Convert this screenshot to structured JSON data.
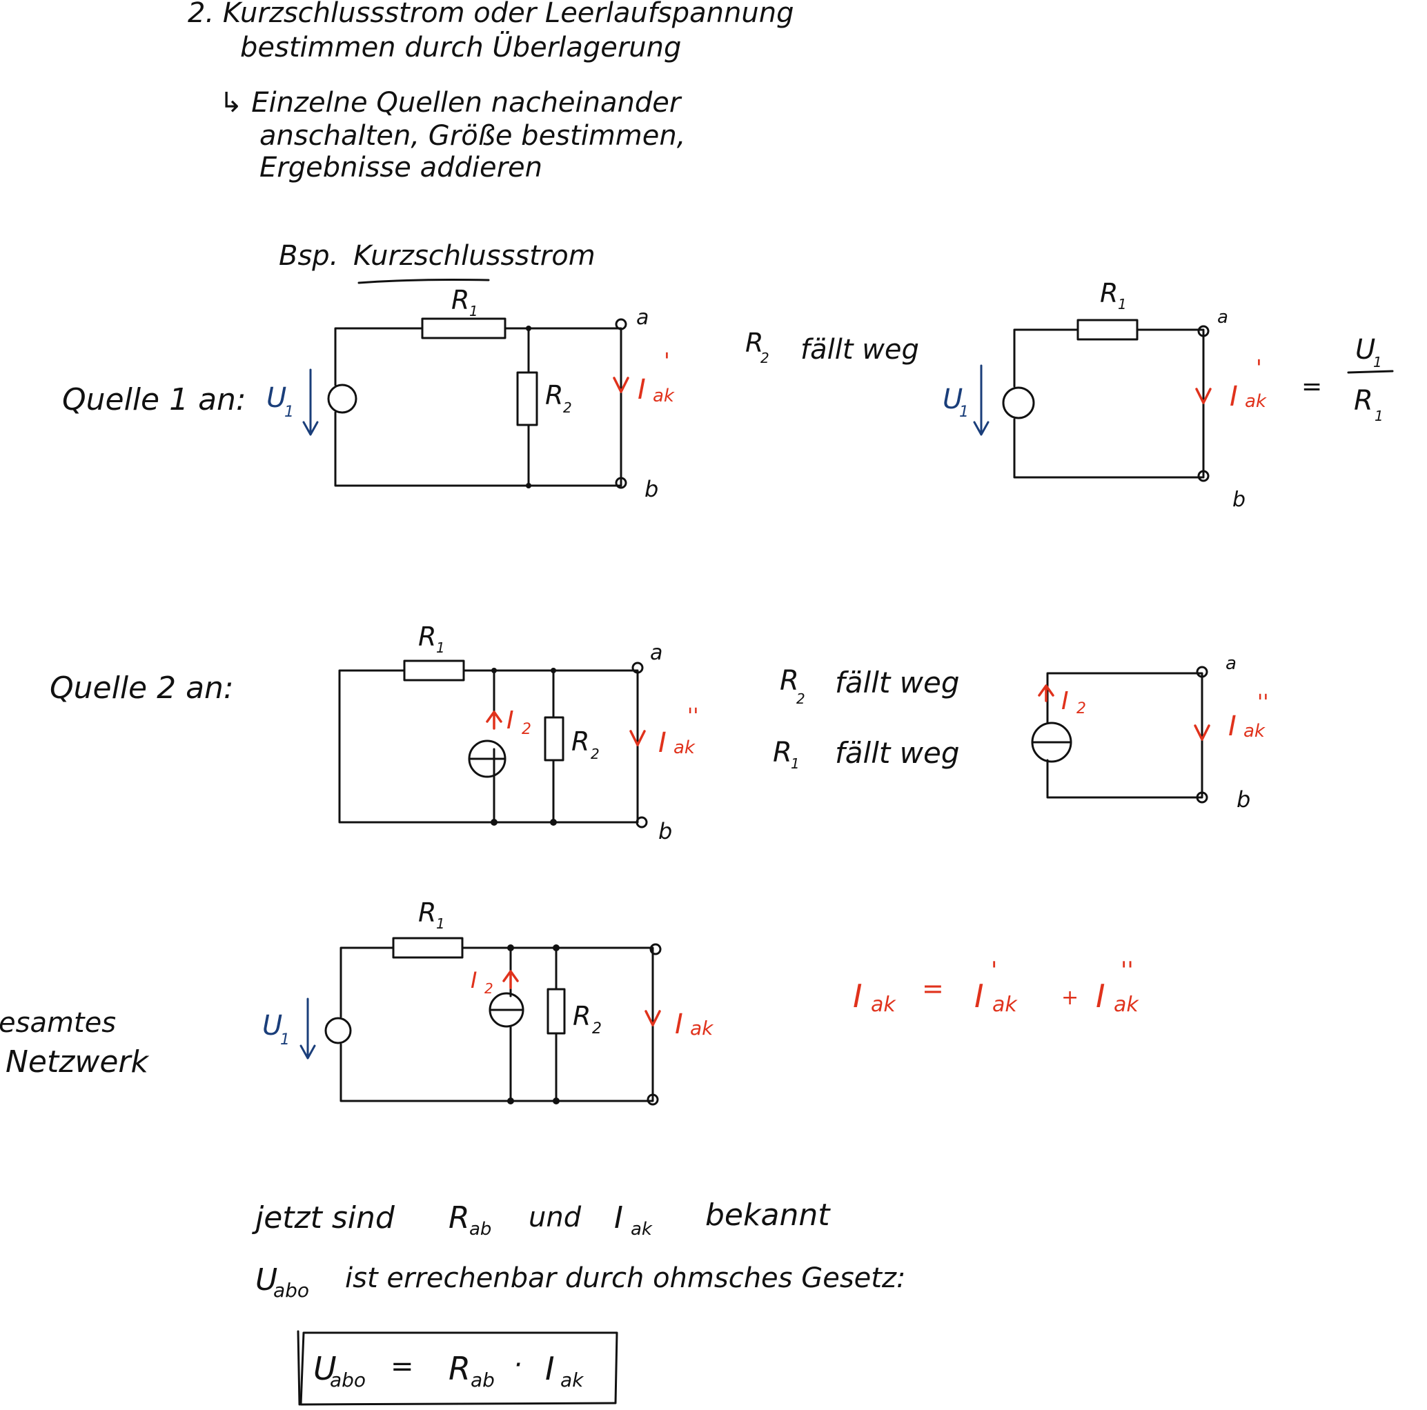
{
  "colors": {
    "ink": "#111111",
    "red": "#e0321c",
    "blue": "#1a3e7a"
  },
  "header": {
    "line1": "2. Kurzschlussstrom oder Leerlaufspannung",
    "line2": "bestimmen durch Überlagerung",
    "bullet1": "↳ Einzelne Quellen nacheinander",
    "bullet2": "anschalten, Größe bestimmen,",
    "bullet3": "Ergebnisse addieren"
  },
  "example": {
    "prefix": "Bsp.",
    "title": "Kurzschlussstrom"
  },
  "section1": {
    "label": "Quelle 1 an:",
    "src": "U",
    "src_sub": "1",
    "r1": "R",
    "r1_sub": "1",
    "r2": "R",
    "r2_sub": "2",
    "node_a": "a",
    "node_b": "b",
    "current": "I",
    "current_sub": "ak",
    "current_prime": "'",
    "note": "R",
    "note_sub": "2",
    "note_text": "fällt weg",
    "eq_sign": "=",
    "eq_num": "U",
    "eq_num_sub": "1",
    "eq_den": "R",
    "eq_den_sub": "1"
  },
  "section2": {
    "label": "Quelle 2 an:",
    "r1": "R",
    "r1_sub": "1",
    "r2": "R",
    "r2_sub": "2",
    "src": "I",
    "src_sub": "2",
    "node_a": "a",
    "node_b": "b",
    "current": "I",
    "current_sub": "ak",
    "current_prime": "''",
    "note1": "R",
    "note1_sub": "2",
    "note1_text": "fällt weg",
    "note2": "R",
    "note2_sub": "1",
    "note2_text": "fällt weg"
  },
  "section3": {
    "label1": "esamtes",
    "label2": "Netzwerk",
    "r1": "R",
    "r1_sub": "1",
    "r2": "R",
    "r2_sub": "2",
    "u_src": "U",
    "u_src_sub": "1",
    "i_src": "I",
    "i_src_sub": "2",
    "current": "I",
    "current_sub": "ak",
    "sum_lhs": "I",
    "sum_lhs_sub": "ak",
    "sum_eq": "=",
    "sum_t1": "I",
    "sum_t1_sub": "ak",
    "sum_t1_prime": "'",
    "sum_plus": "+",
    "sum_t2": "I",
    "sum_t2_sub": "ak",
    "sum_t2_prime": "''"
  },
  "conclusion": {
    "l1_a": "jetzt sind",
    "l1_r": "R",
    "l1_r_sub": "ab",
    "l1_und": "und",
    "l1_i": "I",
    "l1_i_sub": "ak",
    "l1_b": "bekannt",
    "l2_u": "U",
    "l2_u_sub": "abo",
    "l2_text": "ist errechenbar durch ohmsches Gesetz:",
    "box_u": "U",
    "box_u_sub": "abo",
    "box_eq": "=",
    "box_r": "R",
    "box_r_sub": "ab",
    "box_dot": "·",
    "box_i": "I",
    "box_i_sub": "ak"
  }
}
